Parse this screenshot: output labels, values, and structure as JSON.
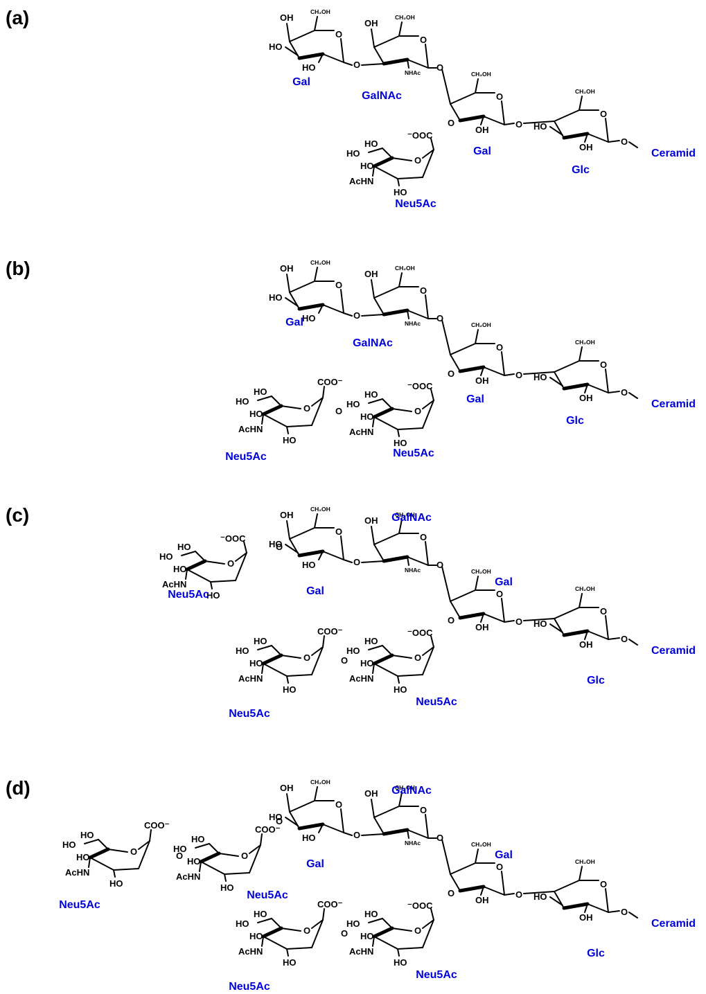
{
  "colors": {
    "residue_label": "#0000dd",
    "structure": "#000000"
  },
  "panels": [
    {
      "label": "(a)",
      "residues": [
        "Gal",
        "GalNAc",
        "Gal",
        "Glc",
        "Neu5Ac"
      ],
      "aglycone": "Ceramid"
    },
    {
      "label": "(b)",
      "residues": [
        "Gal",
        "GalNAc",
        "Gal",
        "Glc",
        "Neu5Ac",
        "Neu5Ac"
      ],
      "aglycone": "Ceramid"
    },
    {
      "label": "(c)",
      "residues": [
        "GalNAc",
        "Gal",
        "Gal",
        "Glc",
        "Neu5Ac",
        "Neu5Ac",
        "Neu5Ac"
      ],
      "aglycone": "Ceramid"
    },
    {
      "label": "(d)",
      "residues": [
        "GalNAc",
        "Gal",
        "Gal",
        "Glc",
        "Neu5Ac",
        "Neu5Ac",
        "Neu5Ac",
        "Neu5Ac"
      ],
      "aglycone": "Ceramid"
    }
  ],
  "atoms": {
    "OH": "OH",
    "HO": "HO",
    "CH2OH": "CH₂OH",
    "O": "O",
    "NHAc": "NHAc",
    "AcHN": "AcHN",
    "COO": "COO⁻",
    "OOC": "⁻OOC"
  }
}
